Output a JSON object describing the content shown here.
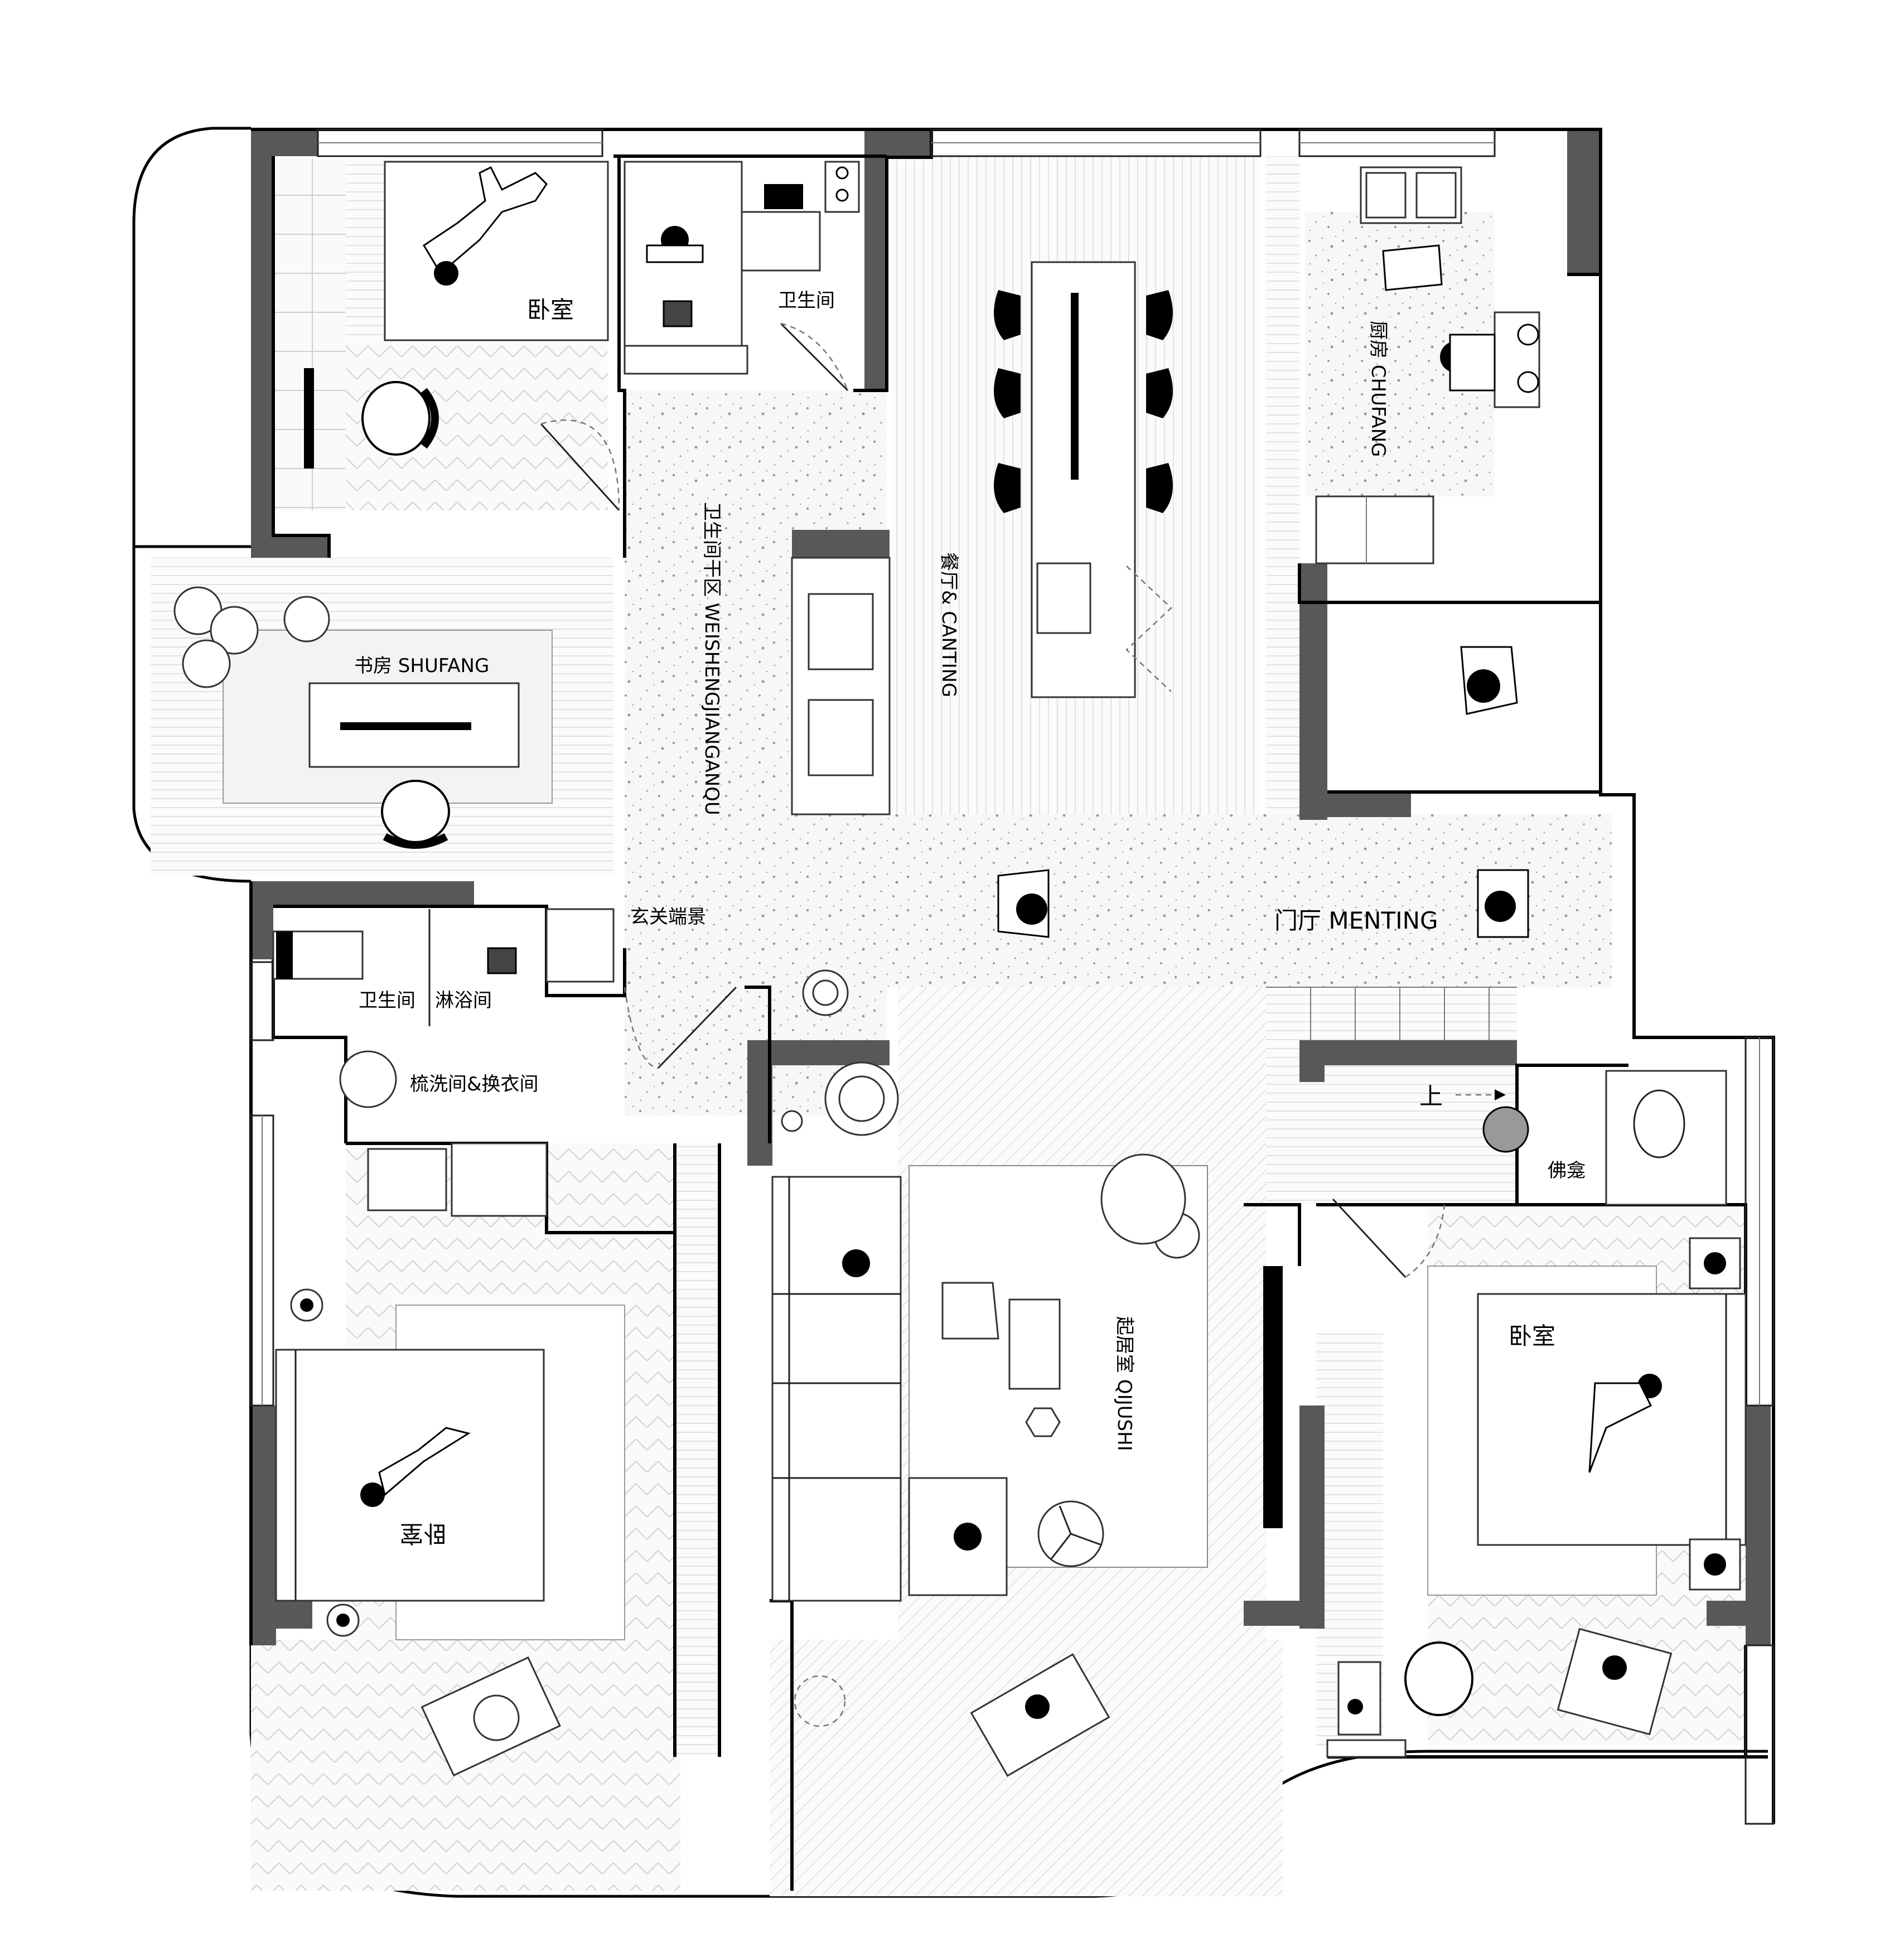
{
  "rooms": {
    "bedroom_top_left": "卧室",
    "bathroom_top": "卫生间",
    "dining": "餐厅& CANTING",
    "kitchen": "厨房 CHUFANG",
    "bath_dry_area": "卫生间干区 WEISHENGJIANGANQU",
    "study": "书房 SHUFANG",
    "foyer_feature": "玄关端景",
    "bathroom_left": "卫生间",
    "shower": "淋浴间",
    "dressing": "梳洗间&换衣间",
    "entrance_hall": "门厅 MENTING",
    "up_stairs": "上",
    "buddha_niche": "佛龛",
    "living_room": "起居室 QIJUSHI",
    "bedroom_right": "卧室",
    "bedroom_bottom_left": "卧室"
  }
}
